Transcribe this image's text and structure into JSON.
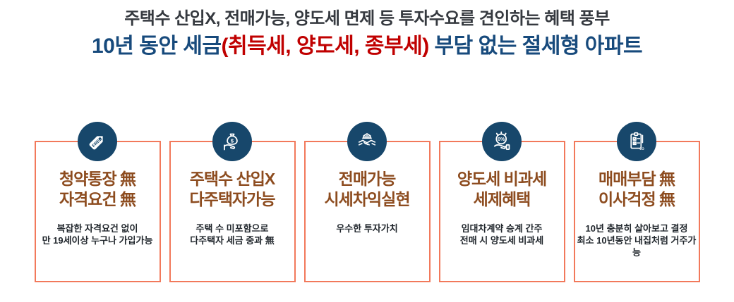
{
  "colors": {
    "header_dark": "#35393f",
    "header_navy": "#174a7c",
    "header_red": "#c00000",
    "title_brown": "#8d4c1f",
    "desc_dark": "#20262c",
    "border_coral": "#f2795b",
    "circle_navy": "#17476b"
  },
  "header": {
    "line1": "주택수 산입X, 전매가능, 양도세 면제 등 투자수요를 견인하는 혜택 풍부",
    "line2_prefix": "10년 동안 세금",
    "line2_red": "(취득세, 양도세, 종부세)",
    "line2_suffix": " 부담 없는 절세형 아파트"
  },
  "cards": [
    {
      "icon": "free-tag-icon",
      "title_lines": [
        "청약통장 無",
        "자격요건 無"
      ],
      "desc_lines": [
        "복잡한 자격요건 없이",
        "만 19세이상 누구나 가입가능"
      ]
    },
    {
      "icon": "money-hand-icon",
      "title_lines": [
        "주택수 산입X",
        "다주택자가능"
      ],
      "desc_lines": [
        "주택 수 미포함으로",
        "다주택자 세금 중과 無"
      ]
    },
    {
      "icon": "handshake-building-icon",
      "title_lines": [
        "전매가능",
        "시세차익실현"
      ],
      "desc_lines": [
        "우수한 투자가치"
      ]
    },
    {
      "icon": "zero-percent-hand-icon",
      "title_lines": [
        "양도세 비과세",
        "세제혜택"
      ],
      "desc_lines": [
        "임대차계약 승계 간주",
        "전매 시 양도세 비과세"
      ]
    },
    {
      "icon": "checklist-clipboard-icon",
      "title_lines": [
        "매매부담 無",
        "이사걱정 無"
      ],
      "desc_lines": [
        "10년 충분히 살아보고 결정",
        "최소 10년동안 내집처럼 거주가",
        "능"
      ]
    }
  ]
}
